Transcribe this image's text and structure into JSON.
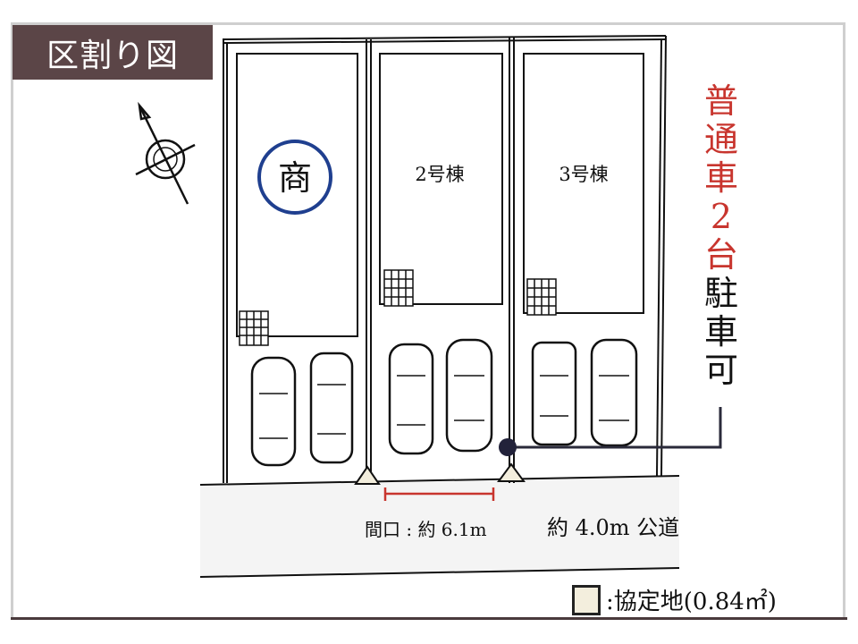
{
  "title": "区割り図",
  "lots": [
    {
      "label": "商",
      "marker": "circled"
    },
    {
      "label": "2号棟"
    },
    {
      "label": "3号棟"
    }
  ],
  "parking_note": {
    "red_chars": [
      "普",
      "通",
      "車",
      "2",
      "台"
    ],
    "black_chars": [
      "駐",
      "車",
      "可"
    ]
  },
  "frontage_label": "間口 : 約 6.1m",
  "road_label": "約 4.0m 公道",
  "legend": {
    "label": ":協定地(0.84㎡)"
  },
  "colors": {
    "title_bg": "#5b4547",
    "accent_red": "#c8352e",
    "circle_blue": "#1f3f8f",
    "agreement_land": "#f3eedd",
    "road": "#f4f4f4"
  }
}
